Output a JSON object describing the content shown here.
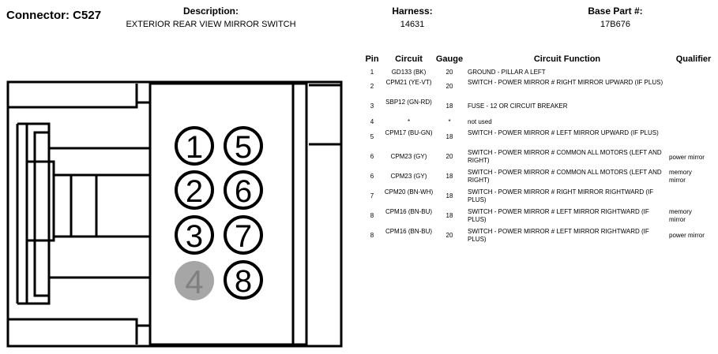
{
  "header": {
    "connector_label": "Connector:",
    "connector_id": "C527",
    "description_label": "Description:",
    "description_value": "EXTERIOR REAR VIEW MIRROR SWITCH",
    "harness_label": "Harness:",
    "harness_value": "14631",
    "base_part_label": "Base Part #:",
    "base_part_value": "17B676"
  },
  "table": {
    "columns": [
      "Pin",
      "Circuit",
      "Gauge",
      "Circuit Function",
      "Qualifier"
    ],
    "rows": [
      {
        "pin": "1",
        "circuit": "GD133 (BK)",
        "gauge": "20",
        "function": "GROUND - PILLAR A LEFT",
        "qualifier": ""
      },
      {
        "pin": "2",
        "circuit": "CPM21 (YE-VT)",
        "gauge": "20",
        "function": "SWITCH - POWER MIRROR # RIGHT MIRROR UPWARD (IF PLUS)",
        "qualifier": ""
      },
      {
        "pin": "3",
        "circuit": "SBP12 (GN-RD)",
        "gauge": "18",
        "function": "FUSE - 12 OR CIRCUIT BREAKER",
        "qualifier": ""
      },
      {
        "pin": "4",
        "circuit": "*",
        "gauge": "*",
        "function": "not used",
        "qualifier": ""
      },
      {
        "pin": "5",
        "circuit": "CPM17 (BU-GN)",
        "gauge": "18",
        "function": "SWITCH - POWER MIRROR # LEFT MIRROR UPWARD (IF PLUS)",
        "qualifier": ""
      },
      {
        "pin": "6",
        "circuit": "CPM23 (GY)",
        "gauge": "20",
        "function": "SWITCH - POWER MIRROR # COMMON ALL MOTORS (LEFT AND RIGHT)",
        "qualifier": "power mirror"
      },
      {
        "pin": "6",
        "circuit": "CPM23 (GY)",
        "gauge": "18",
        "function": "SWITCH - POWER MIRROR # COMMON ALL MOTORS (LEFT AND RIGHT)",
        "qualifier": "memory mirror"
      },
      {
        "pin": "7",
        "circuit": "CPM20 (BN-WH)",
        "gauge": "18",
        "function": "SWITCH - POWER MIRROR # RIGHT MIRROR RIGHTWARD (IF PLUS)",
        "qualifier": ""
      },
      {
        "pin": "8",
        "circuit": "CPM16 (BN-BU)",
        "gauge": "18",
        "function": "SWITCH - POWER MIRROR # LEFT MIRROR RIGHTWARD (IF PLUS)",
        "qualifier": "memory mirror"
      },
      {
        "pin": "8",
        "circuit": "CPM16 (BN-BU)",
        "gauge": "20",
        "function": "SWITCH - POWER MIRROR # LEFT MIRROR RIGHTWARD (IF PLUS)",
        "qualifier": "power mirror"
      }
    ]
  },
  "connector_face": {
    "pins": [
      {
        "label": "1",
        "used": true
      },
      {
        "label": "5",
        "used": true
      },
      {
        "label": "2",
        "used": true
      },
      {
        "label": "6",
        "used": true
      },
      {
        "label": "3",
        "used": true
      },
      {
        "label": "7",
        "used": true
      },
      {
        "label": "4",
        "used": false
      },
      {
        "label": "8",
        "used": true
      }
    ],
    "unused_fill": "#a6a6a6",
    "unused_text": "#808080"
  }
}
